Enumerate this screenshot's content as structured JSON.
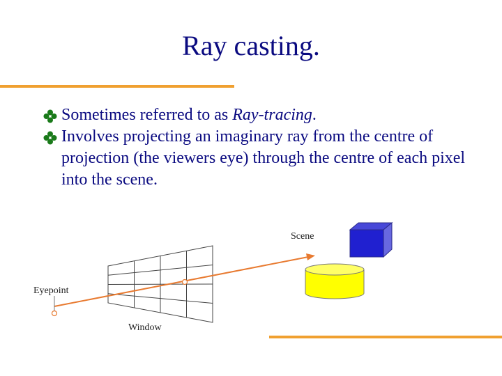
{
  "slide": {
    "title": "Ray casting.",
    "bullets": [
      {
        "text": "Sometimes referred to as ",
        "emphasis": "Ray-tracing",
        "suffix": "."
      },
      {
        "text": "Involves projecting an imaginary ray from the centre of projection (the viewers eye) through the centre of each pixel into the scene."
      }
    ]
  },
  "diagram": {
    "scene_label": "Scene",
    "eyepoint_label": "Eyepoint",
    "window_label": "Window"
  },
  "colors": {
    "title": "#0a0a80",
    "accent_rule": "#f0a030",
    "ray": "#e87a30",
    "cube_front": "#2020d0",
    "cylinder": "#ffff00"
  }
}
